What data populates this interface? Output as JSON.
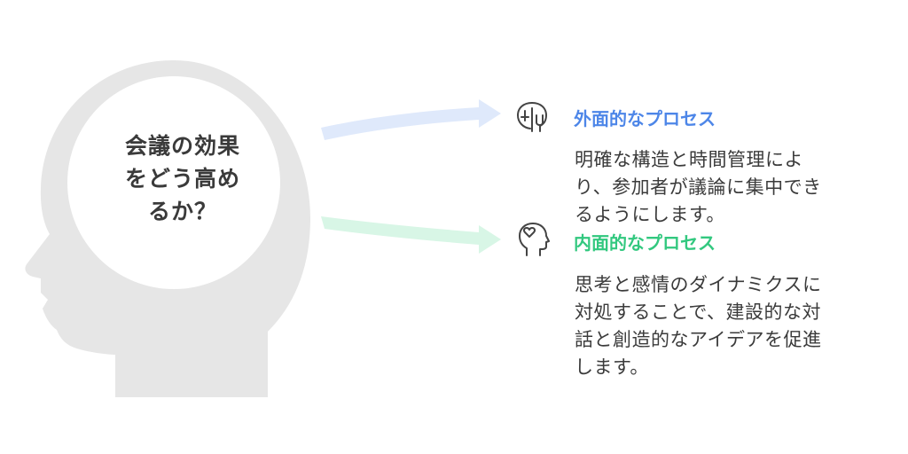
{
  "central": {
    "lines": [
      "会議の効果",
      "をどう高め",
      "るか？"
    ]
  },
  "items": [
    {
      "title": "外面的なプロセス",
      "description_lines": [
        "明確な構造と時間管理によ",
        "り、参加者が議論に集中でき",
        "るようにします。"
      ],
      "color": "#4d86e8",
      "arrow_color": "#dfe9fb",
      "icon": "brain-split-icon"
    },
    {
      "title": "内面的なプロセス",
      "description_lines": [
        "思考と感情のダイナミクスに",
        "対処することで、建設的な対",
        "話と創造的なアイデアを促進",
        "します。"
      ],
      "color": "#32c87f",
      "arrow_color": "#d8f6e6",
      "icon": "head-heart-icon"
    }
  ],
  "colors": {
    "head": "#e6e6e6",
    "face": "#ffffff"
  }
}
